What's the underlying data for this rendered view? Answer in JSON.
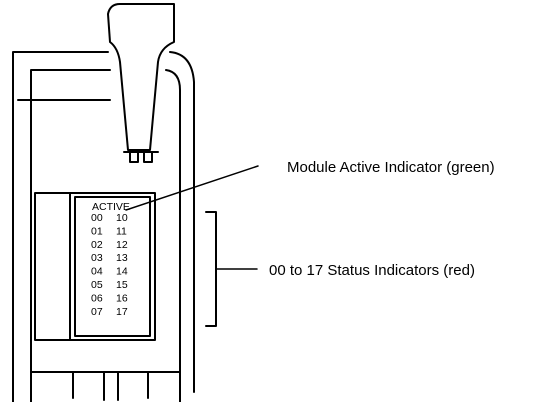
{
  "diagram": {
    "callouts": {
      "active": "Module Active Indicator (green)",
      "status": "00 to 17 Status Indicators (red)"
    },
    "indicator_panel": {
      "header": "ACTIVE",
      "left_column": [
        "00",
        "01",
        "02",
        "03",
        "04",
        "05",
        "06",
        "07"
      ],
      "right_column": [
        "10",
        "11",
        "12",
        "13",
        "14",
        "15",
        "16",
        "17"
      ]
    }
  }
}
